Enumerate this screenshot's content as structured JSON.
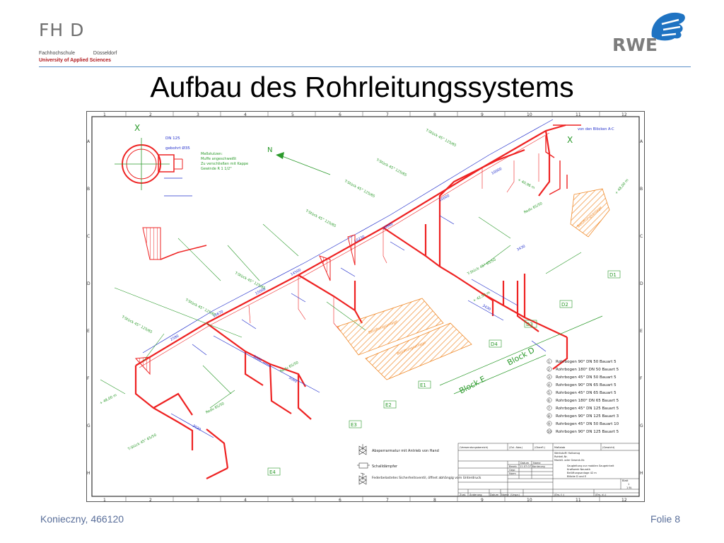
{
  "header": {
    "logo_text": "FH D",
    "sub_left": "Fachhochschule",
    "sub_right": "Düsseldorf",
    "university": "University of Applied Sciences",
    "partner_logo": "RWE"
  },
  "title": "Aufbau des Rohrleitungssystems",
  "footer": {
    "author": "Konieczny, 466120",
    "slide": "Folie 8"
  },
  "drawing": {
    "columns": [
      "1",
      "2",
      "3",
      "4",
      "5",
      "6",
      "7",
      "8",
      "9",
      "10",
      "11",
      "12"
    ],
    "rows": [
      "A",
      "B",
      "C",
      "D",
      "E",
      "F",
      "G",
      "H"
    ],
    "labels": {
      "x_mark": "X",
      "north": "N",
      "dn125": "DN 125",
      "gebohrt": "gebohrt Ø35",
      "stutzen": [
        "Meßstutzen:",
        "Muffe angeschweißt",
        "Zu verschließen mit Kappe",
        "Gewinde R 1 1/2\""
      ],
      "von_bloecken": "von den Blöcken A-C",
      "block_d": "Block D",
      "block_e": "Block E",
      "level_1": "+ 48,00 m",
      "level_2": "+ 42,50 m",
      "level_3": "+ 40,96 m",
      "zones": [
        "D1",
        "D2",
        "D3",
        "D4",
        "E1",
        "E2",
        "E3",
        "E4"
      ],
      "hatch_label": "Belüftungsanlage"
    },
    "pipe_labels": [
      "T-Stück 45° 125/65",
      "T-Stück 45° 125/65",
      "T-Stück 45° 125/65",
      "T-Stück 45° 125/65",
      "T-Stück 45° 125/65",
      "T-Stück 45° 125/65",
      "T-Stück 45° 125/65",
      "T-Stück 45° 65/50",
      "T-Stück 45° 65/50",
      "Redu 65/50",
      "Redu 65/50",
      "Redu 65/50"
    ],
    "parts": [
      {
        "no": "1",
        "text": "Rohrbogen 90° DN 50 Bauart 5"
      },
      {
        "no": "2",
        "text": "Rohrbogen 180° DN 50 Bauart 5"
      },
      {
        "no": "3",
        "text": "Rohrbogen 45° DN 50 Bauart 5"
      },
      {
        "no": "4",
        "text": "Rohrbogen 90° DN 65 Bauart 5"
      },
      {
        "no": "5",
        "text": "Rohrbogen 45° DN 65 Bauart 5"
      },
      {
        "no": "6",
        "text": "Rohrbogen 180° DN 65 Bauart 5"
      },
      {
        "no": "7",
        "text": "Rohrbogen 45° DN 125 Bauart 5"
      },
      {
        "no": "8",
        "text": "Rohrbogen 90° DN 125 Bauart 3"
      },
      {
        "no": "9",
        "text": "Rohrbogen 45° DN 50 Bauart 10"
      },
      {
        "no": "10",
        "text": "Rohrbogen 90° DN 125 Bauart 5"
      }
    ],
    "legend": [
      "Absperrarmatur mit Antrieb von Hand",
      "Schalldämpfer",
      "Federbelastetes Sicherheitsventil, öffnet abhängig vom Unterdruck"
    ],
    "title_block": {
      "verwendung": "(Verwendungsbereich)",
      "zul_abw": "(Zul. Abw.)",
      "oberfl": "(Oberfl.)",
      "massstab": "Maßstab",
      "gewicht": "(Gewicht)",
      "werkstoff": "Werkstoff: Halbzeug",
      "rohteil": "Rohteil-Nr.",
      "modell": "Modell- oder Gesenk-Nr.",
      "beschreibung": [
        "Saugleitung zur mobilen Saugeinheit",
        "Kraftwerk Neurath",
        "Belüftungsanlage 42 m",
        "Blöcke D und E"
      ],
      "datum": "Datum",
      "name": "Name",
      "bearb": "Bearb.",
      "bearb_datum": "11.07.07",
      "bearb_name": "Konieczny",
      "gepr": "Gepr.",
      "norm": "Norm",
      "blatt": "Blatt",
      "blatt_no": "1",
      "blatt_total": "1 Bl.",
      "zust": "Zust.",
      "aenderung": "Änderung",
      "datum2": "Datum",
      "name2": "Name",
      "urspr": "(Urspr.)",
      "ers_fuer": "(Ers. f.:)",
      "ers_durch": "(Ers. d.:)"
    }
  }
}
